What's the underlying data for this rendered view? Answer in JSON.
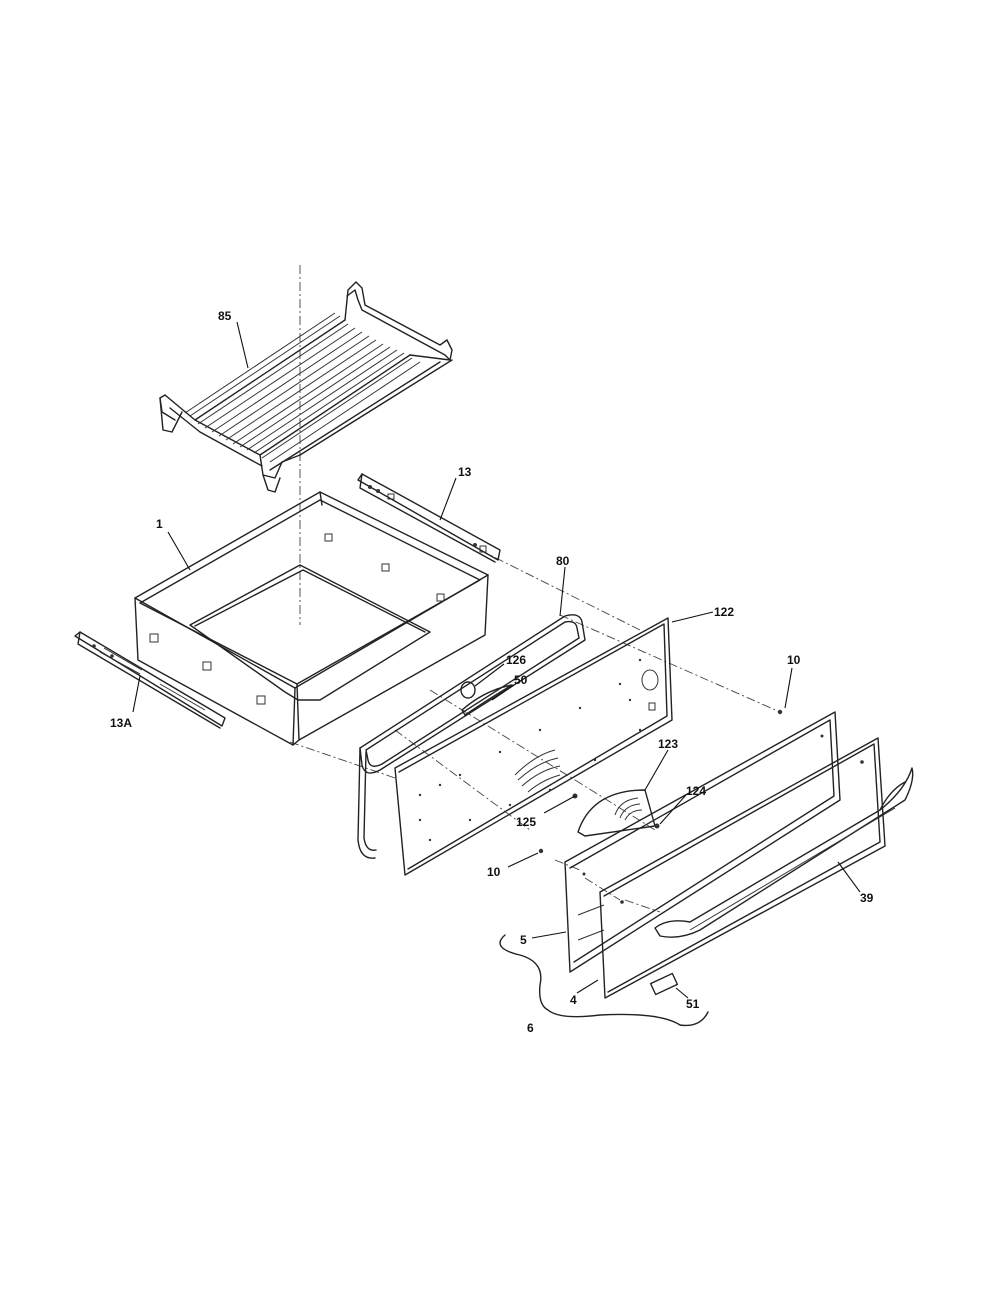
{
  "callouts": {
    "c85": "85",
    "c13": "13",
    "c1": "1",
    "c80": "80",
    "c122": "122",
    "c10_top": "10",
    "c126": "126",
    "c50": "50",
    "c13A": "13A",
    "c123": "123",
    "c124": "124",
    "c125": "125",
    "c10_bottom": "10",
    "c39": "39",
    "c5": "5",
    "c4": "4",
    "c51": "51",
    "c6": "6"
  },
  "colors": {
    "line": "#222222",
    "background": "#ffffff"
  }
}
